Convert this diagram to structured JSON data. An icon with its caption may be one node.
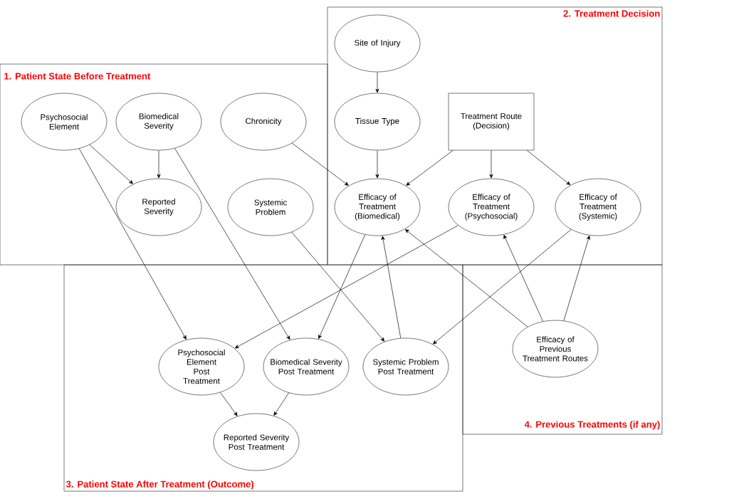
{
  "diagram": {
    "nodes": [
      {
        "text": [
          "1. Patient State Before Treatment"
        ]
      },
      {
        "text": [
          "Psychosocial Element"
        ],
        "in": 0
      },
      {
        "text": [
          "Biomedical Severity"
        ],
        "in": 0
      },
      {
        "text": [
          "Chronicity"
        ],
        "in": 0
      },
      {
        "text": [
          "Reported Severity"
        ],
        "in": 0
      },
      {
        "text": [
          "Systemic Problem"
        ],
        "in": 0
      },
      {
        "text": [
          "2. Treatment Decision"
        ]
      },
      {
        "text": [
          "Site of Injury"
        ],
        "in": 6
      },
      {
        "text": [
          "Tissue Type"
        ],
        "in": 6
      },
      {
        "text": [
          "Treatment Route (Decision)"
        ],
        "in": 6
      },
      {
        "text": [
          "Efficacy of Treatment (Biomedical)"
        ],
        "in": 6
      },
      {
        "text": [
          "Efficacy of Treatment (Psychosocial)"
        ],
        "in": 6
      },
      {
        "text": [
          "Efficacy of Treatment (Systemic)"
        ],
        "in": 6
      },
      {
        "text": [
          "3. Patient State After Treatment (Outcome)"
        ]
      },
      {
        "text": [
          "Psychosocial Element Post Treatment"
        ],
        "in": 13
      },
      {
        "text": [
          "Biomedical Severity Post Treatment"
        ],
        "in": 13
      },
      {
        "text": [
          "Systemic Problem Post Treatment"
        ],
        "in": 13
      },
      {
        "text": [
          "Reported Severity Post Treatment"
        ],
        "in": 13
      },
      {
        "text": [
          "4. Previous Treatments (if any)"
        ]
      },
      {
        "text": [
          "Efficacy of Previous Treatment Routes"
        ],
        "in": 18
      }
    ],
    "edges": [
      {
        "from": 1,
        "to": 4,
        "arrow": "to"
      },
      {
        "from": 2,
        "to": 4,
        "arrow": "to"
      },
      {
        "from": 7,
        "to": 8,
        "arrow": "to"
      },
      {
        "from": 8,
        "to": 10,
        "arrow": "to"
      },
      {
        "from": 3,
        "to": 10,
        "arrow": "to"
      },
      {
        "from": 9,
        "to": 10,
        "arrow": "to"
      },
      {
        "from": 9,
        "to": 11,
        "arrow": "to"
      },
      {
        "from": 9,
        "to": 12,
        "arrow": "to"
      },
      {
        "from": 1,
        "to": 14,
        "arrow": "to"
      },
      {
        "from": 2,
        "to": 15,
        "arrow": "to"
      },
      {
        "from": 5,
        "to": 16,
        "arrow": "to"
      },
      {
        "from": 10,
        "to": 15,
        "arrow": "to"
      },
      {
        "from": 16,
        "to": 10,
        "arrow": "to"
      },
      {
        "from": 11,
        "to": 14,
        "arrow": "to"
      },
      {
        "from": 12,
        "to": 16,
        "arrow": "to"
      },
      {
        "from": 19,
        "to": 10,
        "arrow": "to"
      },
      {
        "from": 19,
        "to": 11,
        "arrow": "to"
      },
      {
        "from": 19,
        "to": 12,
        "arrow": "to"
      },
      {
        "from": 14,
        "to": 17,
        "arrow": "to"
      },
      {
        "from": 15,
        "to": 17,
        "arrow": "to"
      }
    ]
  }
}
